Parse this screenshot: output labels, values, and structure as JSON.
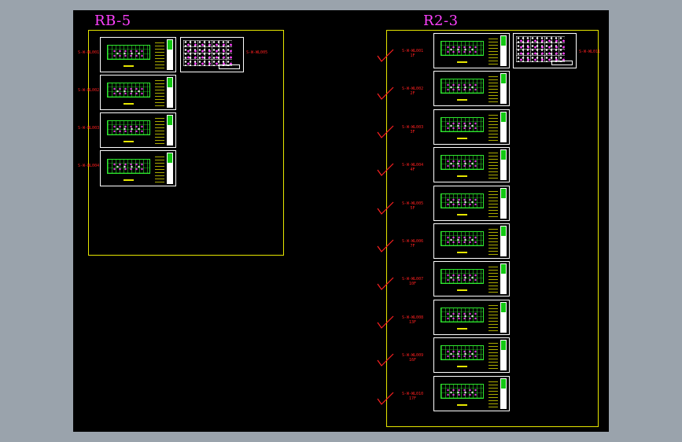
{
  "colors": {
    "canvas": "#000000",
    "frame": "#e6e600",
    "title": "#ff40ff",
    "tag": "#ff2020",
    "check": "#ff2020",
    "sheet_border": "#ffffff"
  },
  "groups": [
    {
      "title": "RB-5",
      "sheets": [
        {
          "code": "S-W-WL001",
          "floor": ""
        },
        {
          "code": "S-W-WL002",
          "floor": ""
        },
        {
          "code": "S-W-WL003",
          "floor": ""
        },
        {
          "code": "S-W-WL004",
          "floor": ""
        }
      ],
      "table_sheet": {
        "code": "S-W-WL005"
      }
    },
    {
      "title": "R2-3",
      "sheets": [
        {
          "code": "S-W-WL001",
          "floor": "1F",
          "checked": true
        },
        {
          "code": "S-W-WL002",
          "floor": "2F",
          "checked": true
        },
        {
          "code": "S-W-WL003",
          "floor": "3F",
          "checked": true
        },
        {
          "code": "S-W-WL004",
          "floor": "4F",
          "checked": true
        },
        {
          "code": "S-W-WL005",
          "floor": "5F",
          "checked": true
        },
        {
          "code": "S-W-WL006",
          "floor": "7F",
          "checked": true
        },
        {
          "code": "S-W-WL007",
          "floor": "10F",
          "checked": true
        },
        {
          "code": "S-W-WL008",
          "floor": "13F",
          "checked": true
        },
        {
          "code": "S-W-WL009",
          "floor": "16F",
          "checked": true
        },
        {
          "code": "S-W-WL010",
          "floor": "17F",
          "checked": true
        }
      ],
      "table_sheet": {
        "code": "S-W-WL011"
      }
    }
  ]
}
